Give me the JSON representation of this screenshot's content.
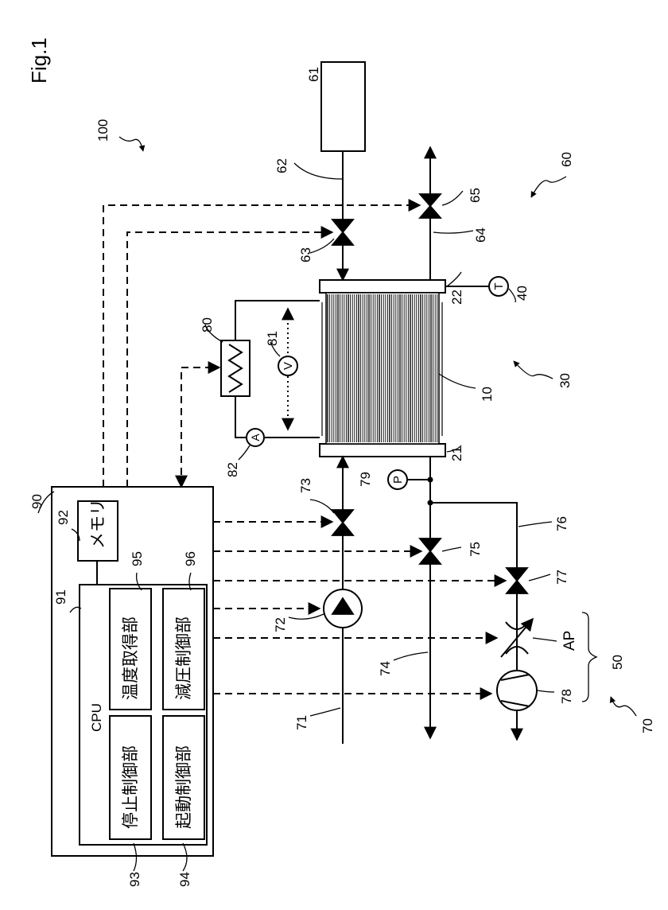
{
  "figure": {
    "title": "Fig.1"
  },
  "system_labels": {
    "system": "100",
    "fuel_cell_system": "30",
    "anode_gas_system": "60",
    "cathode_gas_system": "70",
    "pressure_reduction_unit": "50"
  },
  "components": {
    "stack": "10",
    "end_plate_a": "21",
    "end_plate_b": "22",
    "temp_sensor_ref": "40",
    "temp_sensor_symbol": "T",
    "hydrogen_tank": "61",
    "supply_pipe": "62",
    "supply_valve": "63",
    "exhaust_pipe": "64",
    "exhaust_valve": "65",
    "air_pipe": "71",
    "compressor": "72",
    "inlet_valve": "73",
    "outlet_pipe": "74",
    "outlet_valve": "75",
    "bypass_pipe": "76",
    "bypass_valve": "77",
    "pressure_sensor_ref": "79",
    "pressure_sensor_symbol": "P",
    "vacuum_pump": "78",
    "throttle_label": "AP",
    "load": "80",
    "voltmeter_ref": "81",
    "voltmeter_symbol": "V",
    "ammeter_ref": "82",
    "ammeter_symbol": "A"
  },
  "controller": {
    "ref": "90",
    "cpu_ref": "91",
    "cpu_label": "CPU",
    "memory_ref": "92",
    "memory_label": "メモリ",
    "stop_ctrl_ref": "93",
    "stop_ctrl_label": "停止制御部",
    "start_ctrl_ref": "94",
    "start_ctrl_label": "起動制御部",
    "temp_acq_ref": "95",
    "temp_acq_label": "温度取得部",
    "decomp_ctrl_ref": "96",
    "decomp_ctrl_label": "減圧制御部"
  }
}
